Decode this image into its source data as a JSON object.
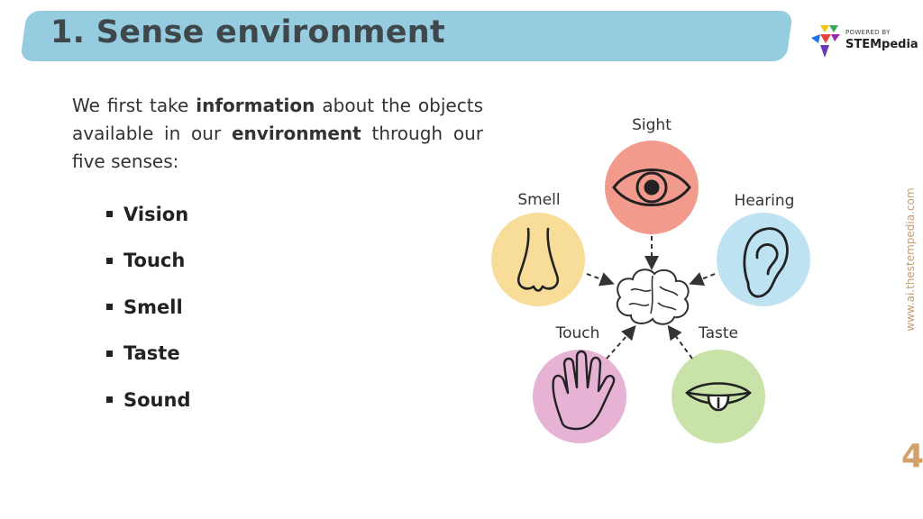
{
  "slide": {
    "title": "1. Sense environment",
    "page_number": "4",
    "side_url": "www.ai.thestempedia.com"
  },
  "logo": {
    "powered_by": "POWERED BY",
    "brand": "STEMpedia"
  },
  "intro": {
    "part1": "We first take ",
    "bold1": "information",
    "part2": " about the objects available in our ",
    "bold2": "environment",
    "part3": " through our five senses:"
  },
  "senses": [
    "Vision",
    "Touch",
    "Smell",
    "Taste",
    "Sound"
  ],
  "diagram": {
    "labels": {
      "sight": "Sight",
      "smell": "Smell",
      "hearing": "Hearing",
      "touch": "Touch",
      "taste": "Taste"
    },
    "colors": {
      "sight": "#f29a8c",
      "smell": "#f8dd99",
      "hearing": "#bde2f2",
      "touch": "#e7b3d5",
      "taste": "#c8e2a8"
    },
    "icons": [
      "eye-icon",
      "nose-icon",
      "ear-icon",
      "hand-icon",
      "mouth-icon",
      "brain-icon"
    ]
  }
}
